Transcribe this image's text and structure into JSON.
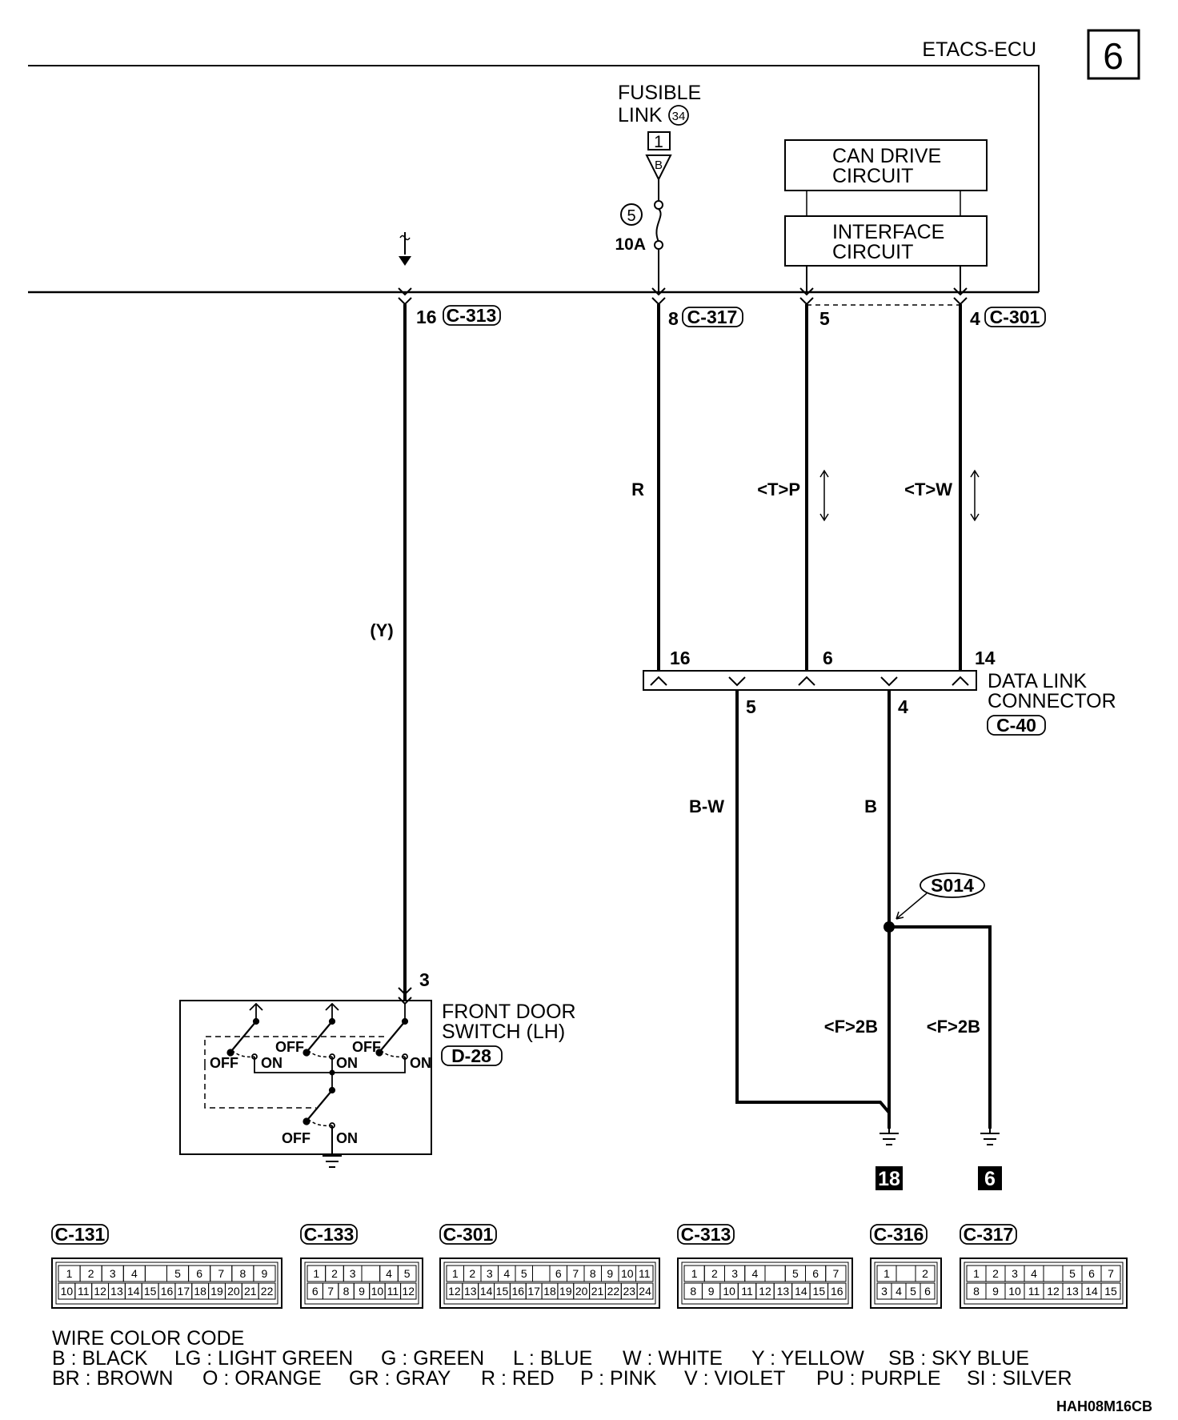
{
  "page_number": "6",
  "ecu": {
    "label": "ETACS-ECU",
    "pins": [
      {
        "pin": "16",
        "connector": "C-313"
      },
      {
        "pin": "8",
        "connector": "C-317"
      },
      {
        "pin": "5",
        "connector": ""
      },
      {
        "pin": "4",
        "connector": "C-301"
      }
    ]
  },
  "fusible_link": {
    "label_line1": "FUSIBLE",
    "label_line2": "LINK",
    "number": "34",
    "box_label": "1",
    "triangle_label": "B"
  },
  "fuse": {
    "number": "5",
    "rating": "10A"
  },
  "can_drive_circuit": {
    "line1": "CAN DRIVE",
    "line2": "CIRCUIT"
  },
  "interface_circuit": {
    "line1": "INTERFACE",
    "line2": "CIRCUIT"
  },
  "wires": {
    "y": "(Y)",
    "r": "R",
    "p": "<T>P",
    "w": "<T>W",
    "bw": "B-W",
    "b": "B",
    "f2b": "<F>2B"
  },
  "data_link_connector": {
    "label_line1": "DATA LINK",
    "label_line2": "CONNECTOR",
    "connector": "C-40",
    "pins": [
      "16",
      "6",
      "14",
      "5",
      "4"
    ]
  },
  "splice": {
    "label": "S014"
  },
  "grounds": [
    "18",
    "6"
  ],
  "front_door_switch": {
    "label_line1": "FRONT DOOR",
    "label_line2": "SWITCH (LH)",
    "connector": "D-28",
    "pin": "3",
    "off_label": "OFF",
    "on_label": "ON"
  },
  "connectors": [
    {
      "name": "C-131",
      "rows": [
        [
          "1",
          "2",
          "3",
          "4",
          "",
          "5",
          "6",
          "7",
          "8",
          "9"
        ],
        [
          "10",
          "11",
          "12",
          "13",
          "14",
          "15",
          "16",
          "17",
          "18",
          "19",
          "20",
          "21",
          "22"
        ]
      ]
    },
    {
      "name": "C-133",
      "rows": [
        [
          "1",
          "2",
          "3",
          "",
          "4",
          "5"
        ],
        [
          "6",
          "7",
          "8",
          "9",
          "10",
          "11",
          "12"
        ]
      ]
    },
    {
      "name": "C-301",
      "rows": [
        [
          "1",
          "2",
          "3",
          "4",
          "5",
          "",
          "6",
          "7",
          "8",
          "9",
          "10",
          "11"
        ],
        [
          "12",
          "13",
          "14",
          "15",
          "16",
          "17",
          "18",
          "19",
          "20",
          "21",
          "22",
          "23",
          "24"
        ]
      ]
    },
    {
      "name": "C-313",
      "rows": [
        [
          "1",
          "2",
          "3",
          "4",
          "",
          "5",
          "6",
          "7"
        ],
        [
          "8",
          "9",
          "10",
          "11",
          "12",
          "13",
          "14",
          "15",
          "16"
        ]
      ]
    },
    {
      "name": "C-316",
      "rows": [
        [
          "1",
          "",
          "2"
        ],
        [
          "3",
          "4",
          "5",
          "6"
        ]
      ]
    },
    {
      "name": "C-317",
      "rows": [
        [
          "1",
          "2",
          "3",
          "4",
          "",
          "5",
          "6",
          "7"
        ],
        [
          "8",
          "9",
          "10",
          "11",
          "12",
          "13",
          "14",
          "15"
        ]
      ]
    }
  ],
  "legend": {
    "title": "WIRE COLOR CODE",
    "row1": [
      "B : BLACK",
      "LG : LIGHT GREEN",
      "G : GREEN",
      "L : BLUE",
      "W : WHITE",
      "Y : YELLOW",
      "SB : SKY BLUE"
    ],
    "row2": [
      "BR : BROWN",
      "O : ORANGE",
      "GR : GRAY",
      "R : RED",
      "P : PINK",
      "V : VIOLET",
      "PU : PURPLE",
      "SI : SILVER"
    ]
  },
  "drawing_id": "HAH08M16CB"
}
